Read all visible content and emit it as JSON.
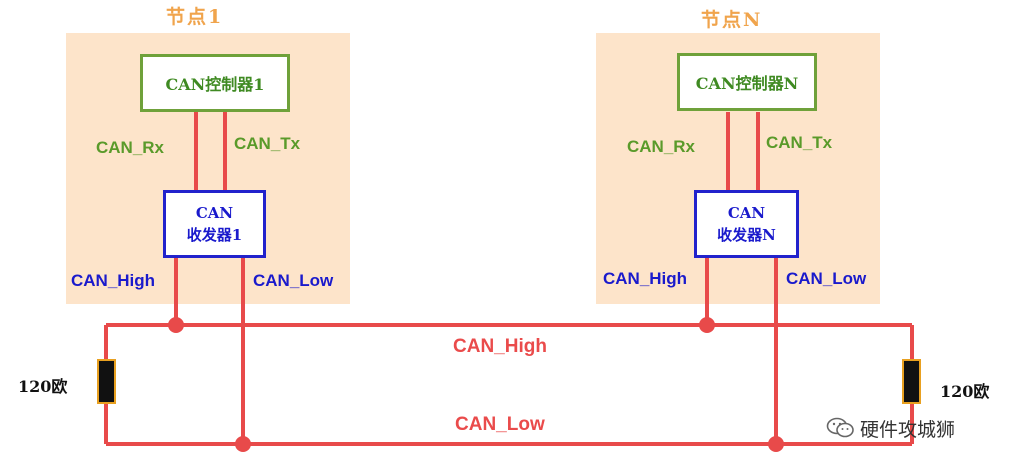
{
  "node1": {
    "title": "节点1",
    "controller": "CAN控制器1",
    "rx": "CAN_Rx",
    "tx": "CAN_Tx",
    "transceiver_line1": "CAN",
    "transceiver_line2": "收发器1",
    "high": "CAN_High",
    "low": "CAN_Low"
  },
  "nodeN": {
    "title": "节点N",
    "controller": "CAN控制器N",
    "rx": "CAN_Rx",
    "tx": "CAN_Tx",
    "transceiver_line1": "CAN",
    "transceiver_line2": "收发器N",
    "high": "CAN_High",
    "low": "CAN_Low"
  },
  "bus": {
    "high_label": "CAN_High",
    "low_label": "CAN_Low"
  },
  "resistors": {
    "left": "120欧",
    "right": "120欧"
  },
  "watermark": {
    "text": "硬件攻城狮",
    "icon": "wechat-icon"
  },
  "colors": {
    "node_bg": "#fde4ca",
    "wire": "#e84a4a",
    "controller_border": "#6fa13a",
    "transceiver_border": "#2222cc"
  }
}
